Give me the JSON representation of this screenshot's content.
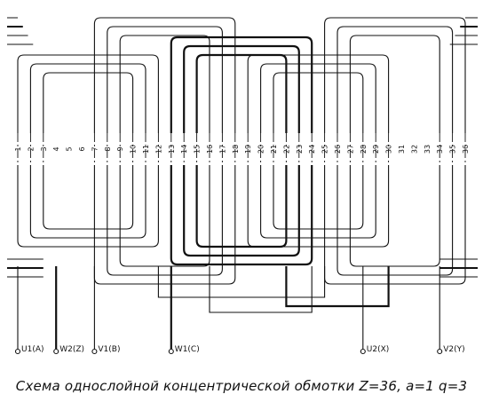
{
  "diagram": {
    "slot_labels": [
      "1",
      "2",
      "3",
      "4",
      "5",
      "6",
      "7",
      "8",
      "9",
      "10",
      "11",
      "12",
      "13",
      "14",
      "15",
      "16",
      "17",
      "18",
      "19",
      "20",
      "21",
      "22",
      "23",
      "24",
      "25",
      "26",
      "27",
      "28",
      "29",
      "30",
      "31",
      "32",
      "33",
      "34",
      "35",
      "36"
    ],
    "terminals": [
      {
        "label": "U1(A)",
        "slot": 1,
        "thick": false
      },
      {
        "label": "W2(Z)",
        "slot": 4,
        "thick": true
      },
      {
        "label": "V1(B)",
        "slot": 7,
        "thick": false
      },
      {
        "label": "W1(C)",
        "slot": 13,
        "thick": true
      },
      {
        "label": "U2(X)",
        "slot": 28,
        "thick": false
      },
      {
        "label": "V2(Y)",
        "slot": 34,
        "thick": false
      }
    ],
    "caption": "Схема однослойной концентрической обмотки Z=36, a=1 q=3",
    "colors": {
      "line": "#111111",
      "background": "#ffffff"
    }
  }
}
